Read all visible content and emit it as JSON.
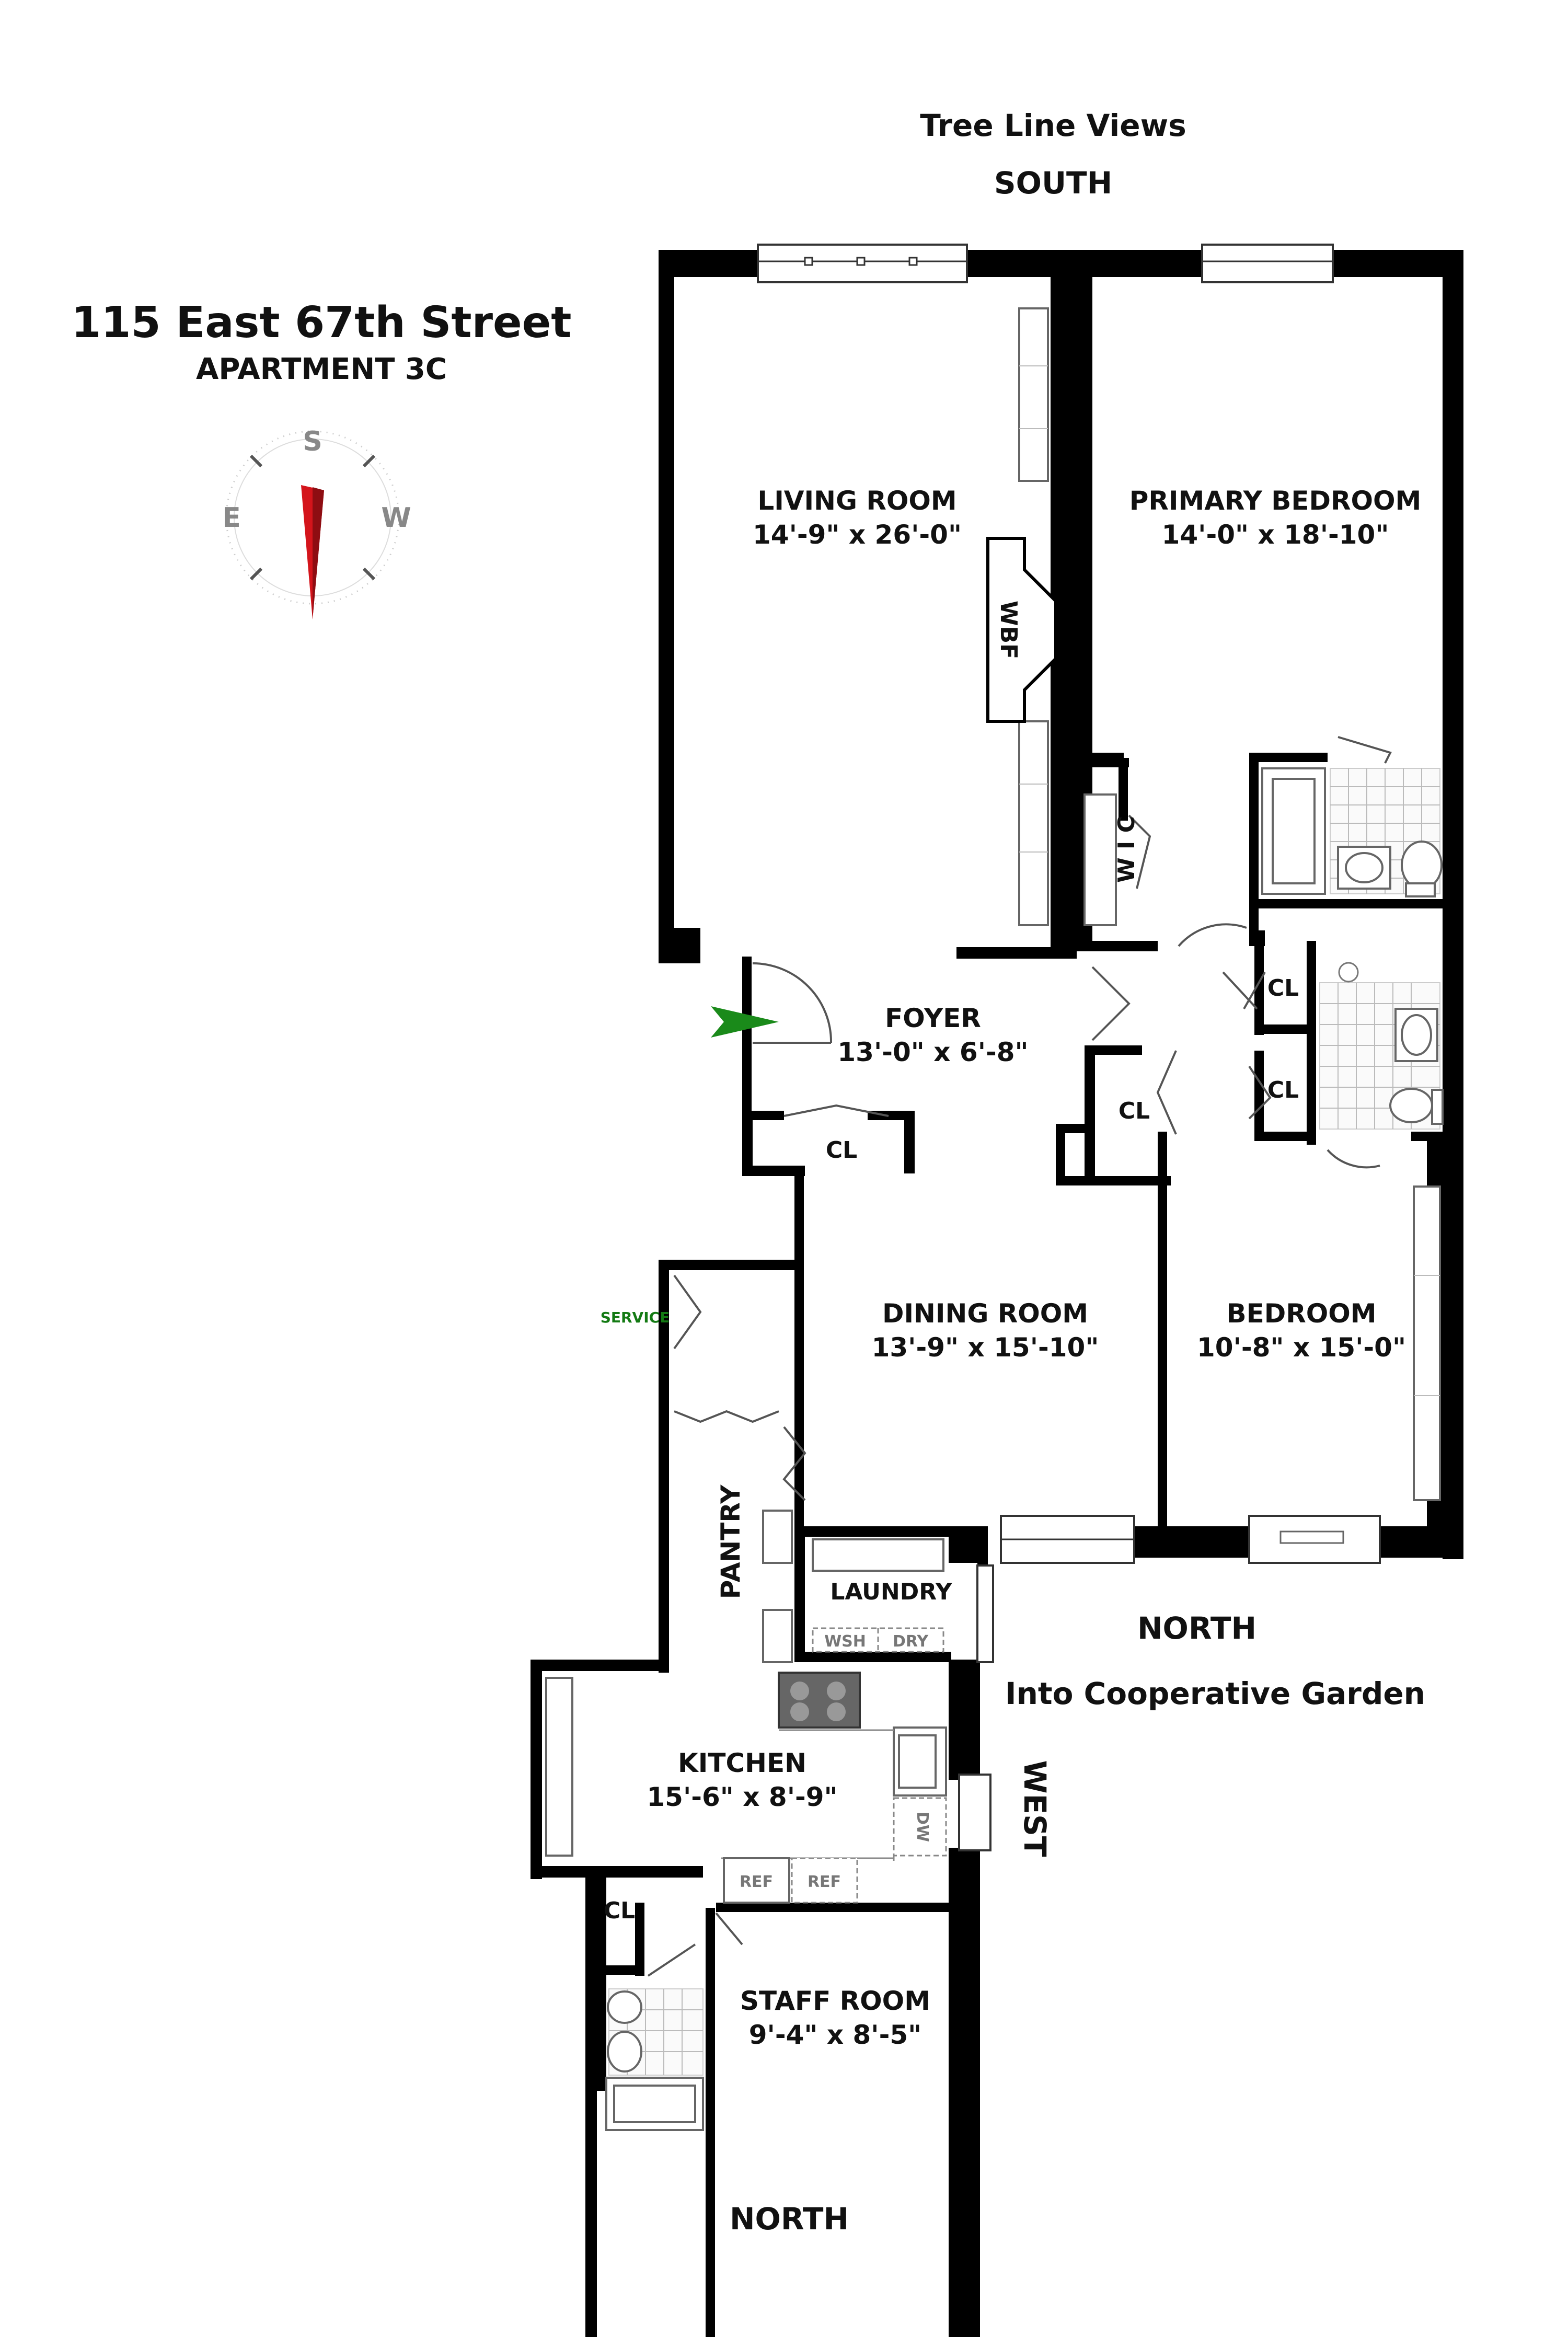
{
  "building": {
    "address": "115 East 67th Street",
    "unit": "APARTMENT 3C"
  },
  "orientation": {
    "top_view": "Tree Line Views",
    "top_direction": "SOUTH",
    "right_direction": "NORTH",
    "right_view": "Into Cooperative Garden",
    "side_direction": "WEST",
    "bottom_direction": "NORTH"
  },
  "compass": {
    "s": "S",
    "e": "E",
    "w": "W",
    "needle_color": "#d4141b"
  },
  "entry_arrow_color": "#1a8a1a",
  "rooms": [
    {
      "id": "living-room",
      "name": "LIVING ROOM",
      "dims": "14'-9\" x 26'-0\""
    },
    {
      "id": "primary-bedroom",
      "name": "PRIMARY BEDROOM",
      "dims": "14'-0\" x 18'-10\""
    },
    {
      "id": "foyer",
      "name": "FOYER",
      "dims": "13'-0\" x 6'-8\""
    },
    {
      "id": "dining-room",
      "name": "DINING ROOM",
      "dims": "13'-9\" x 15'-10\""
    },
    {
      "id": "bedroom",
      "name": "BEDROOM",
      "dims": "10'-8\" x 15'-0\""
    },
    {
      "id": "kitchen",
      "name": "KITCHEN",
      "dims": "15'-6\" x 8'-9\""
    },
    {
      "id": "staff-room",
      "name": "STAFF ROOM",
      "dims": "9'-4\" x 8'-5\""
    }
  ],
  "labels": {
    "wbf": "WBF",
    "wic": "W I C",
    "cl": "CL",
    "pantry": "PANTRY",
    "laundry": "LAUNDRY",
    "service": "SERVICE",
    "wsh": "WSH",
    "dry": "DRY",
    "dw": "DW",
    "ref": "REF"
  }
}
